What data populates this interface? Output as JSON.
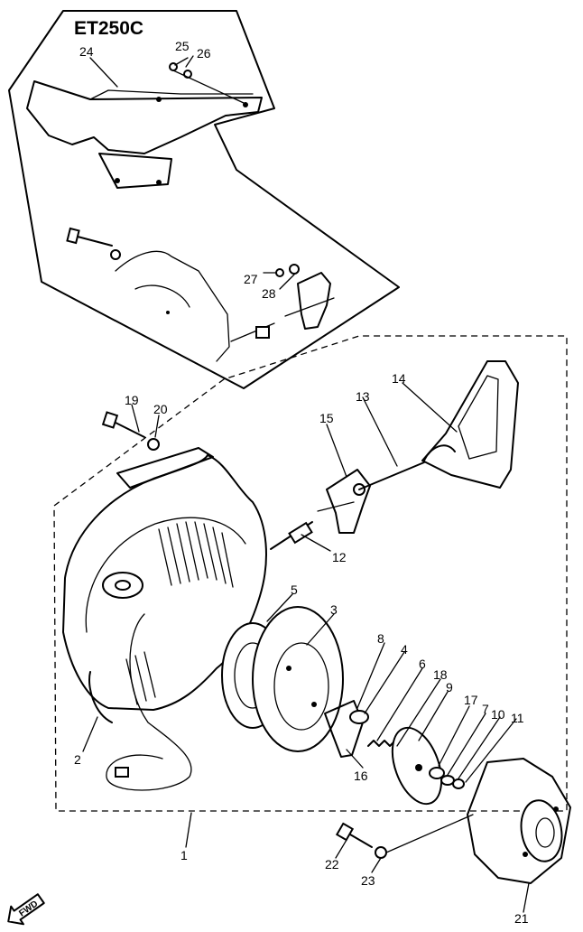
{
  "diagram": {
    "model_label": "ET250C",
    "fwd_label": "FWD",
    "callouts": [
      {
        "id": "c1",
        "text": "1"
      },
      {
        "id": "c2",
        "text": "2"
      },
      {
        "id": "c3",
        "text": "3"
      },
      {
        "id": "c4",
        "text": "4"
      },
      {
        "id": "c5",
        "text": "5"
      },
      {
        "id": "c6",
        "text": "6"
      },
      {
        "id": "c7",
        "text": "7"
      },
      {
        "id": "c8",
        "text": "8"
      },
      {
        "id": "c9",
        "text": "9"
      },
      {
        "id": "c10",
        "text": "10"
      },
      {
        "id": "c11",
        "text": "11"
      },
      {
        "id": "c12",
        "text": "12"
      },
      {
        "id": "c13",
        "text": "13"
      },
      {
        "id": "c14",
        "text": "14"
      },
      {
        "id": "c15",
        "text": "15"
      },
      {
        "id": "c16",
        "text": "16"
      },
      {
        "id": "c17",
        "text": "17"
      },
      {
        "id": "c18",
        "text": "18"
      },
      {
        "id": "c19",
        "text": "19"
      },
      {
        "id": "c20",
        "text": "20"
      },
      {
        "id": "c21",
        "text": "21"
      },
      {
        "id": "c22",
        "text": "22"
      },
      {
        "id": "c23",
        "text": "23"
      },
      {
        "id": "c24",
        "text": "24"
      },
      {
        "id": "c25",
        "text": "25"
      },
      {
        "id": "c26",
        "text": "26"
      },
      {
        "id": "c27",
        "text": "27"
      },
      {
        "id": "c28",
        "text": "28"
      }
    ]
  }
}
